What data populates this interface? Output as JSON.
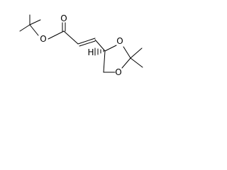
{
  "structure": {
    "atoms": {
      "O_carbonyl": "O",
      "O_ester": "O",
      "O_ring_top": "O",
      "O_ring_bottom": "O",
      "H_stereo": "H"
    }
  },
  "colors": {
    "bond": "#000000",
    "background": "#ffffff"
  }
}
